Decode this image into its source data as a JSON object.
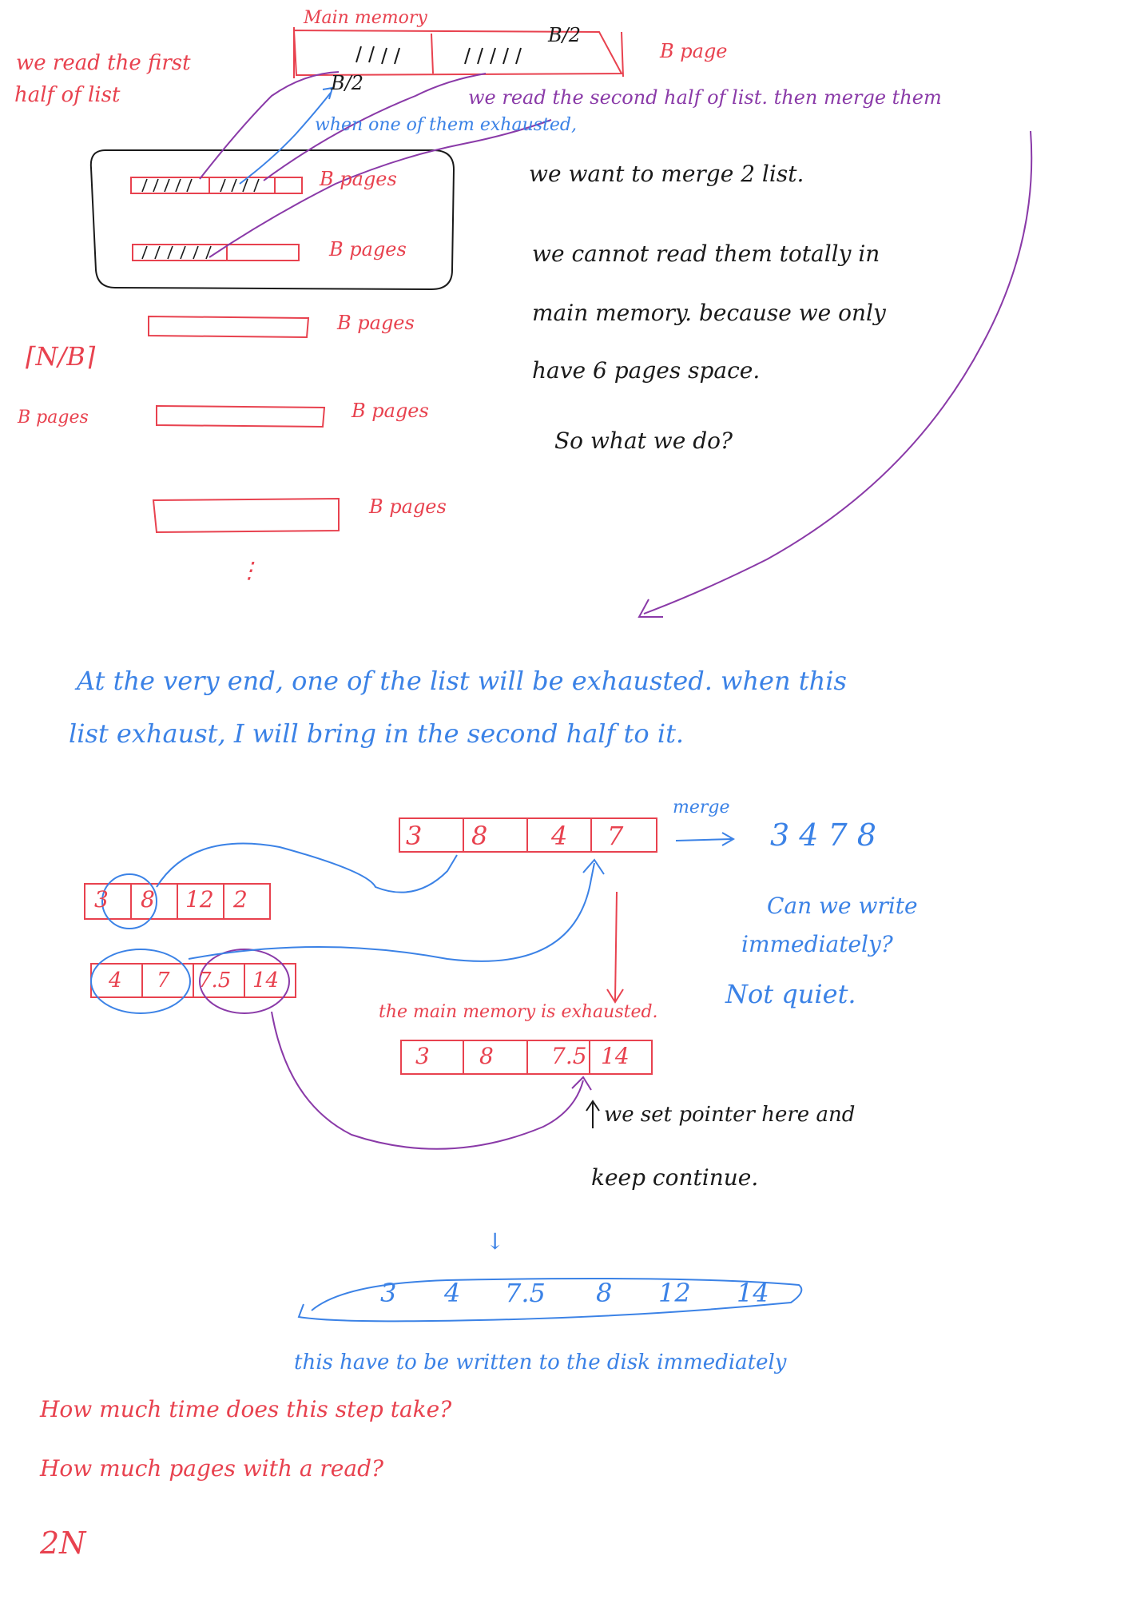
{
  "top": {
    "first_half_line1": "we read the first",
    "first_half_line2": "half of list",
    "main_memory": "Main memory",
    "b_half_left": "B/2",
    "b_half_right": "B/2",
    "b_page": "B page",
    "second_half": "we read the second half of list. then merge them",
    "when_one": "when one of them exhausted,"
  },
  "lists": {
    "b_pages_1": "B pages",
    "b_pages_2": "B pages",
    "b_pages_3": "B pages",
    "b_pages_4": "B pages",
    "b_pages_5": "B pages",
    "n_over_b": "⌈N/B⌉",
    "n_over_b_pages": "B pages",
    "ellipsis": "⋮"
  },
  "explanation": {
    "line1": "we want to merge 2 list.",
    "line2": "we cannot read them totally in",
    "line3": "main memory. because we only",
    "line4": "have 6 pages space.",
    "line5": "So what we do?"
  },
  "end_note": {
    "line1": "At the very end, one of the list will be exhausted. when this",
    "line2": "list exhaust, I will bring in the second half to it."
  },
  "example": {
    "memory_cells": [
      "3",
      "8",
      "4",
      "7"
    ],
    "merge_label": "merge",
    "merge_result": "3 4 7 8",
    "list1_cells": [
      "3",
      "8",
      "12",
      "2"
    ],
    "list2_cells": [
      "4",
      "7",
      "7.5",
      "14"
    ],
    "can_write_line1": "Can we write",
    "can_write_line2": "immediately?",
    "not_quiet": "Not quiet.",
    "exhausted_note": "the main memory is exhausted.",
    "memory2_cells": [
      "3",
      "8",
      "7.5",
      "14"
    ],
    "pointer_line1": "we set pointer here and",
    "pointer_line2": "keep continue.",
    "down_arrow": "↓",
    "final_sequence": [
      "3",
      "4",
      "7.5",
      "8",
      "12",
      "14"
    ],
    "write_note": "this have to be written to the disk immediately"
  },
  "questions": {
    "q1": "How much time does this step take?",
    "q2": "How much pages with a read?",
    "answer": "2N"
  },
  "colors": {
    "red": "#e8424f",
    "blue": "#3b82e6",
    "black": "#1a1a1a",
    "purple": "#8a3aa8"
  }
}
